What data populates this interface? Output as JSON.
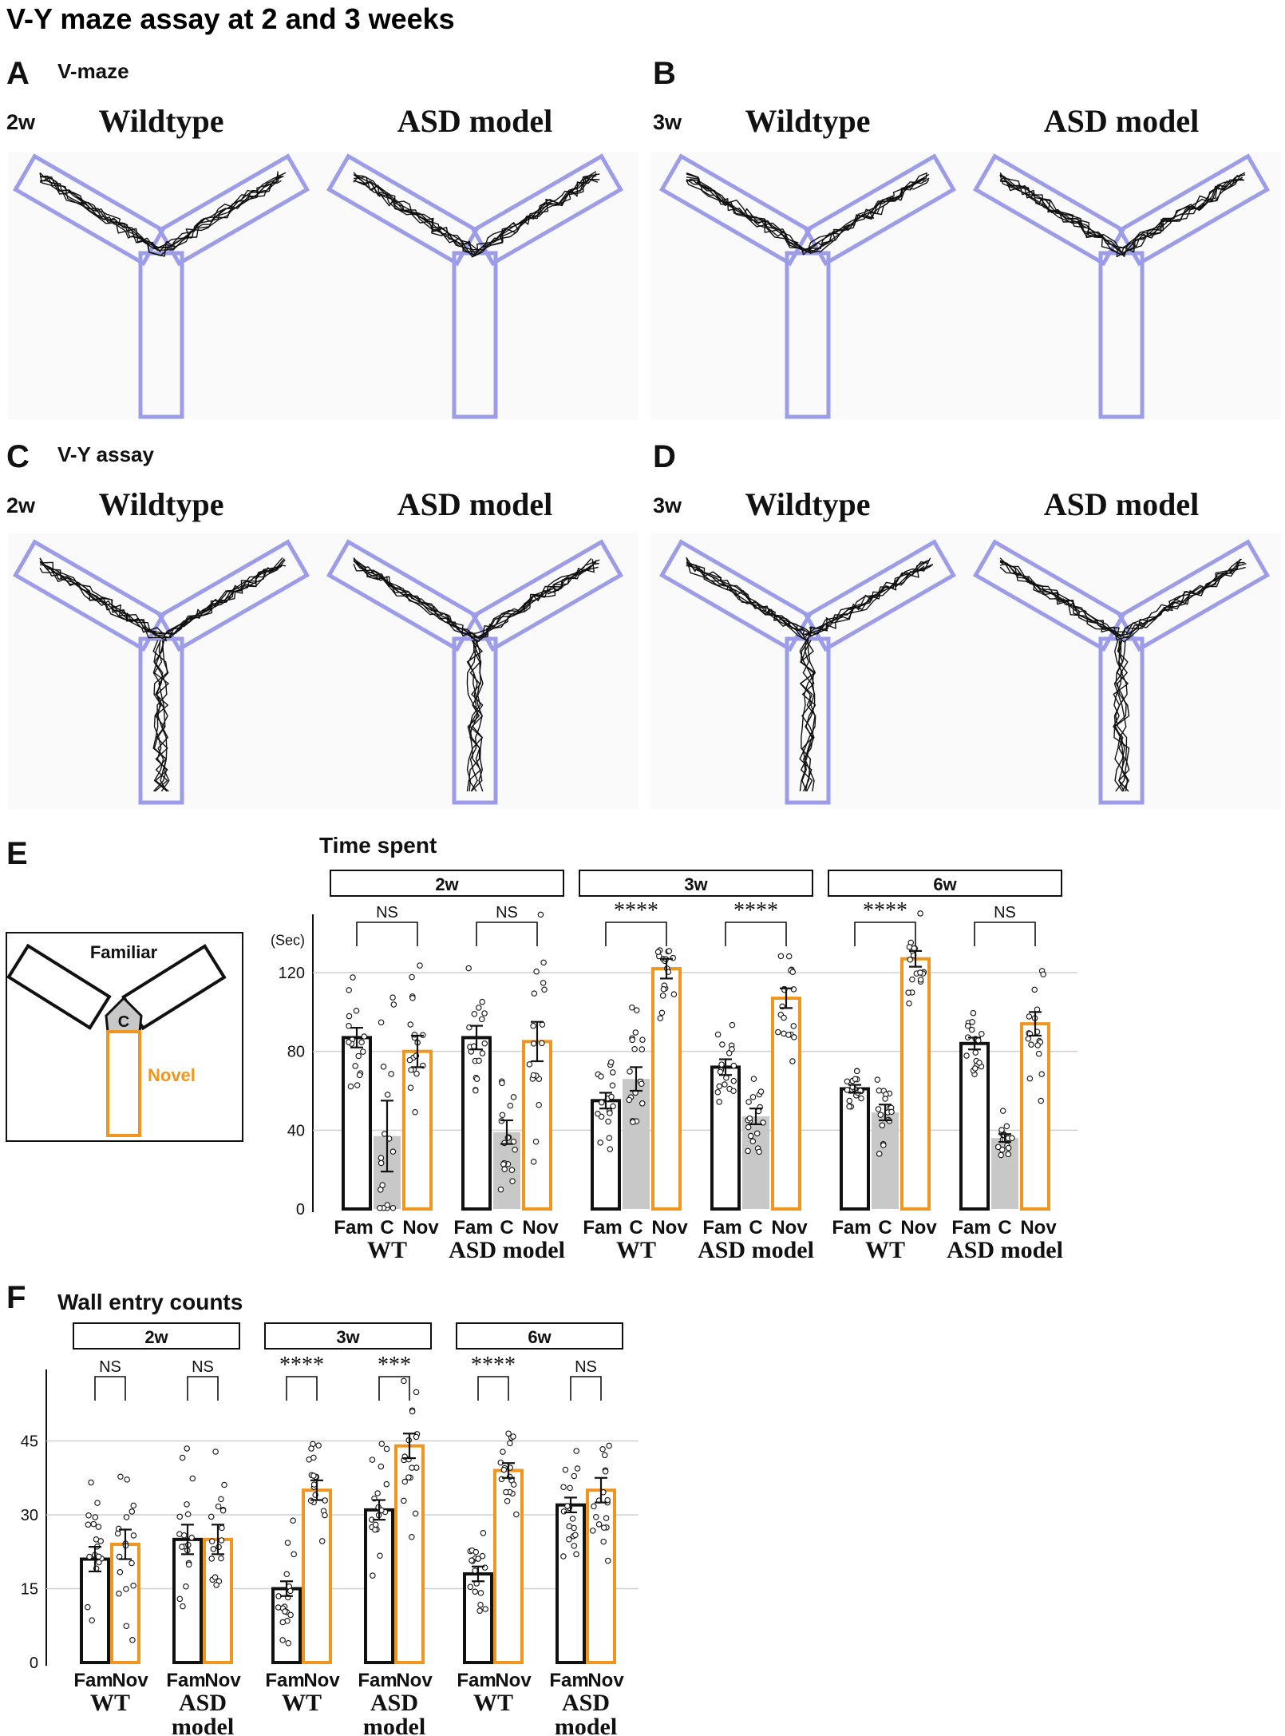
{
  "figure_title": "V-Y maze assay at 2 and 3 weeks",
  "colors": {
    "maze_outline": "#9c9ce8",
    "maze_bg": "#fafafa",
    "novel": "#f0961e",
    "familiar": "#111111",
    "center_fill": "#c8c8c8",
    "grid": "#cfcfcf"
  },
  "maze_panels": [
    {
      "letter": "A",
      "subtitle": "V-maze",
      "age": "2w",
      "labels": [
        "Wildtype",
        "ASD model"
      ],
      "arms": 2
    },
    {
      "letter": "B",
      "subtitle": "",
      "age": "3w",
      "labels": [
        "Wildtype",
        "ASD model"
      ],
      "arms": 2
    },
    {
      "letter": "C",
      "subtitle": "V-Y assay",
      "age": "2w",
      "labels": [
        "Wildtype",
        "ASD model"
      ],
      "arms": 3
    },
    {
      "letter": "D",
      "subtitle": "",
      "age": "3w",
      "labels": [
        "Wildtype",
        "ASD model"
      ],
      "arms": 3
    }
  ],
  "schematic": {
    "familiar": "Familiar",
    "center": "C",
    "novel": "Novel"
  },
  "panel_e_letter": "E",
  "panel_f_letter": "F",
  "chart_data": [
    {
      "type": "bar",
      "title": "Time spent",
      "ylabel": "(Sec)",
      "ylim": [
        0,
        150
      ],
      "yticks": [
        0,
        40,
        80,
        120
      ],
      "grid": true,
      "categories": [
        "Fam",
        "C",
        "Nov"
      ],
      "groups": [
        {
          "age": "2w",
          "genotype": "WT",
          "values": [
            87,
            37,
            80
          ],
          "sem": [
            5,
            18,
            8
          ],
          "sig": "NS"
        },
        {
          "age": "2w",
          "genotype": "ASD model",
          "values": [
            87,
            39,
            85
          ],
          "sem": [
            6,
            6,
            10
          ],
          "sig": "NS"
        },
        {
          "age": "3w",
          "genotype": "WT",
          "values": [
            55,
            66,
            122
          ],
          "sem": [
            4,
            6,
            5
          ],
          "sig": "****"
        },
        {
          "age": "3w",
          "genotype": "ASD model",
          "values": [
            72,
            47,
            107
          ],
          "sem": [
            4,
            4,
            5
          ],
          "sig": "****"
        },
        {
          "age": "6w",
          "genotype": "WT",
          "values": [
            61,
            49,
            127
          ],
          "sem": [
            2,
            4,
            4
          ],
          "sig": "****"
        },
        {
          "age": "6w",
          "genotype": "ASD model",
          "values": [
            84,
            36,
            94
          ],
          "sem": [
            3,
            2,
            6
          ],
          "sig": "NS"
        }
      ]
    },
    {
      "type": "bar",
      "title": "Wall entry counts",
      "ylabel": "",
      "ylim": [
        0,
        60
      ],
      "yticks": [
        0,
        15,
        30,
        45
      ],
      "grid": true,
      "categories": [
        "Fam",
        "Nov"
      ],
      "groups": [
        {
          "age": "2w",
          "genotype": "WT",
          "values": [
            21,
            24
          ],
          "sem": [
            2.5,
            3
          ],
          "sig": "NS"
        },
        {
          "age": "2w",
          "genotype": "ASD model",
          "values": [
            25,
            25
          ],
          "sem": [
            3,
            3
          ],
          "sig": "NS"
        },
        {
          "age": "3w",
          "genotype": "WT",
          "values": [
            15,
            35
          ],
          "sem": [
            1.5,
            2
          ],
          "sig": "****"
        },
        {
          "age": "3w",
          "genotype": "ASD model",
          "values": [
            31,
            44
          ],
          "sem": [
            2,
            2.5
          ],
          "sig": "***"
        },
        {
          "age": "6w",
          "genotype": "WT",
          "values": [
            18,
            39
          ],
          "sem": [
            1.5,
            1.5
          ],
          "sig": "****"
        },
        {
          "age": "6w",
          "genotype": "ASD model",
          "values": [
            32,
            35
          ],
          "sem": [
            1.5,
            2.5
          ],
          "sig": "NS"
        }
      ]
    }
  ]
}
